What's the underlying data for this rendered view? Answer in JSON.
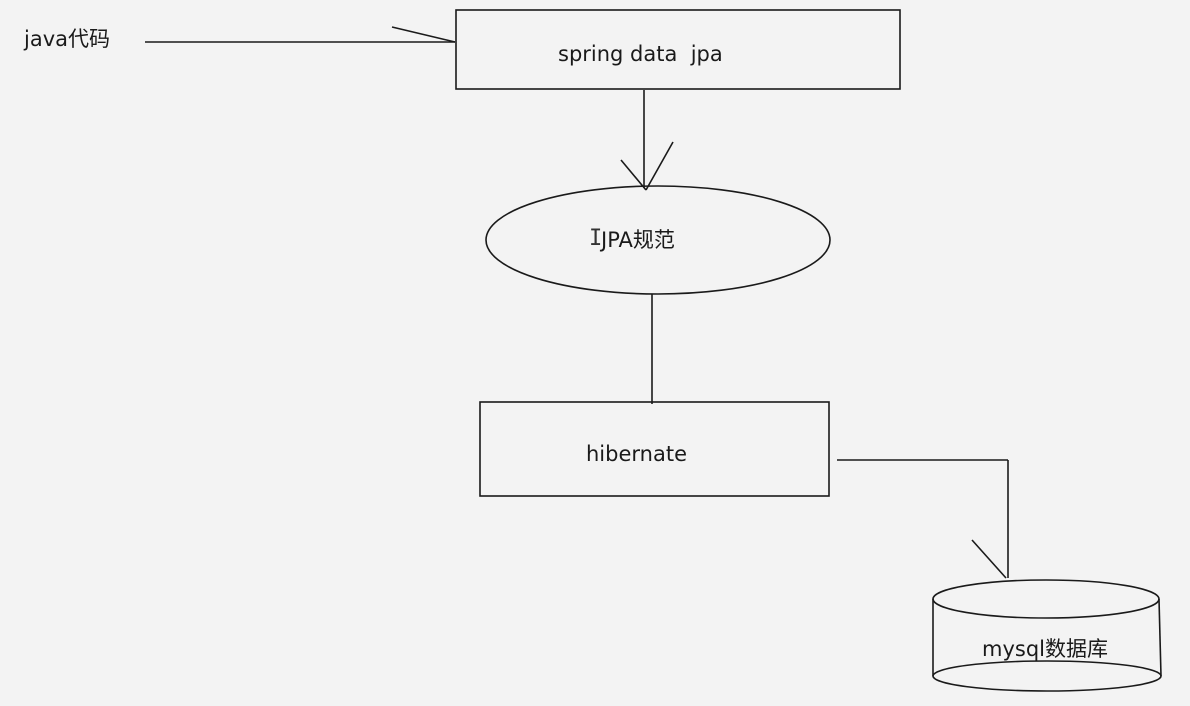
{
  "nodes": {
    "java_code": "java代码",
    "spring_data_jpa": "spring data  jpa",
    "jpa_spec": "JPA规范",
    "hibernate": "hibernate",
    "mysql_db": "mysql数据库"
  },
  "colors": {
    "background": "#f3f3f3",
    "stroke": "#1a1a1a",
    "text": "#1a1a1a"
  },
  "icons": {
    "cursor": "text-cursor-icon"
  }
}
